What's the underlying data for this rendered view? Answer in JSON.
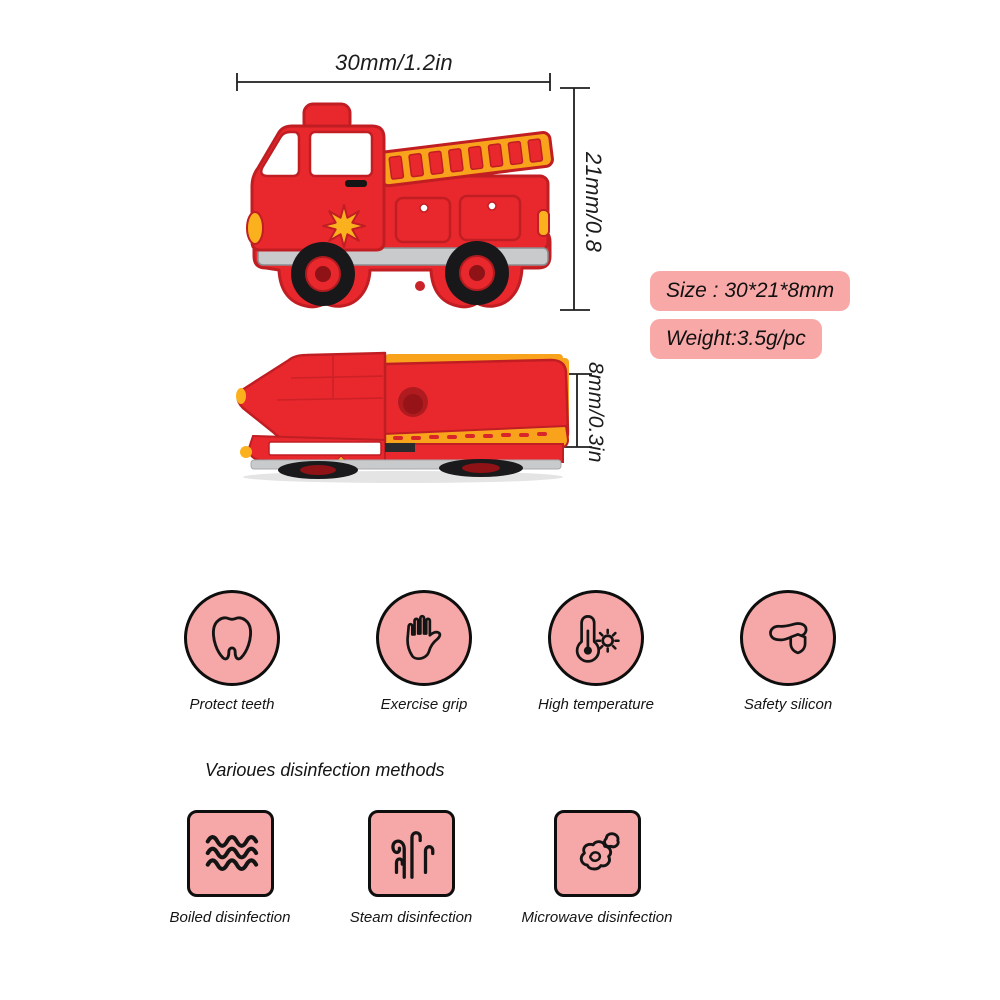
{
  "dimensions": {
    "width": "30mm/1.2in",
    "height": "21mm/0.8",
    "depth": "8mm/0.3in"
  },
  "specs": {
    "size": "Size : 30*21*8mm",
    "weight": "Weight:3.5g/pc"
  },
  "features": [
    {
      "icon": "tooth-icon",
      "label": "Protect teeth"
    },
    {
      "icon": "hand-icon",
      "label": "Exercise grip"
    },
    {
      "icon": "thermometer-icon",
      "label": "High temperature"
    },
    {
      "icon": "shoe-shield-icon",
      "label": "Safety silicon"
    }
  ],
  "disinfection": {
    "heading": "Varioues disinfection methods",
    "methods": [
      {
        "icon": "waves-icon",
        "label": "Boiled disinfection"
      },
      {
        "icon": "steam-icon",
        "label": "Steam disinfection"
      },
      {
        "icon": "blobs-icon",
        "label": "Microwave disinfection"
      }
    ]
  },
  "colors": {
    "badge_pink": "#f9a8a8",
    "icon_pink": "#f6a7a7",
    "truck_red": "#e8282d",
    "truck_dark_red": "#c01e23",
    "accent_yellow": "#fbb11e",
    "ladder_orange": "#f9a31c",
    "bumper_gray": "#c8cacc",
    "outline_black": "#0e0e0e"
  }
}
